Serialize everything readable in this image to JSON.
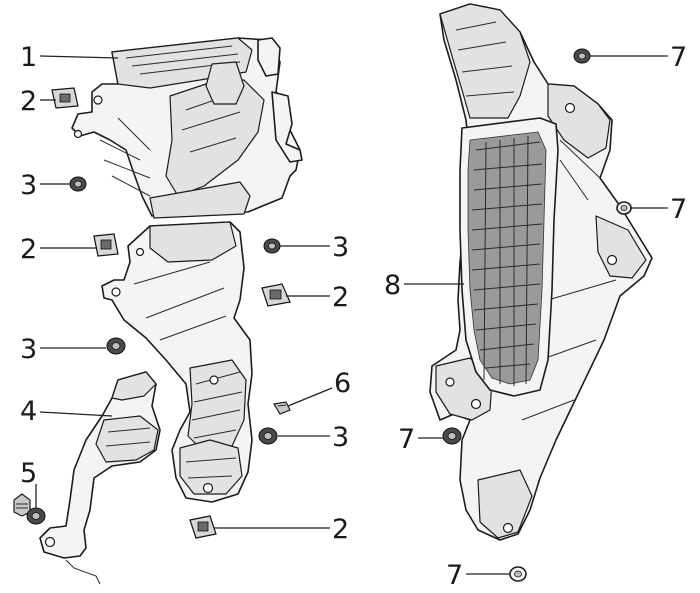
{
  "callouts": {
    "c1": "1",
    "c2a": "2",
    "c2b": "2",
    "c2c": "2",
    "c2d": "2",
    "c3a": "3",
    "c3b": "3",
    "c3c": "3",
    "c3d": "3",
    "c4": "4",
    "c5": "5",
    "c6": "6",
    "c7a": "7",
    "c7b": "7",
    "c7c": "7",
    "c7d": "7",
    "c8": "8"
  }
}
